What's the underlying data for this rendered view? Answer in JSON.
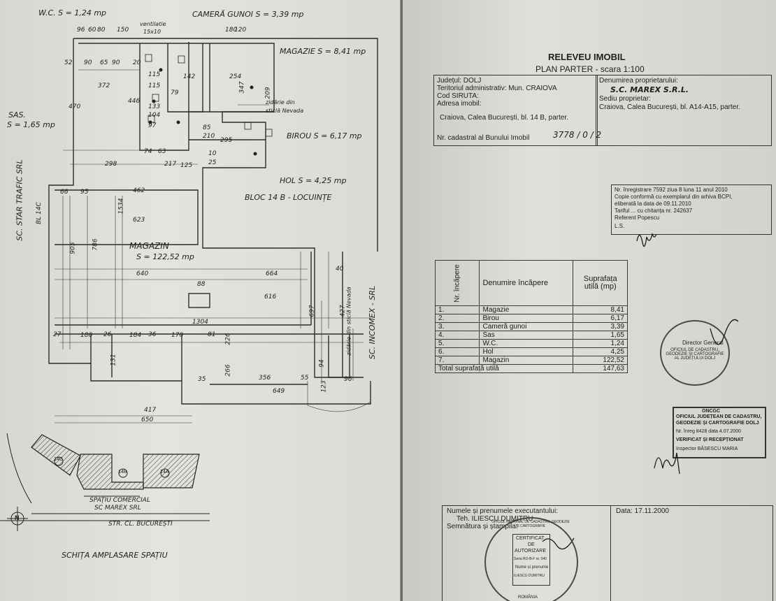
{
  "left": {
    "top_rooms": {
      "wc": "W.C.   S = 1,24 mp",
      "camera_gunoi": "CAMERĂ GUNOI  S = 3,39 mp",
      "magazie": "MAGAZIE  S = 8,41 mp",
      "sas_1": "SAS.",
      "sas_2": "S = 1,65 mp",
      "birou": "BIROU  S = 6,17 mp",
      "hol": "HOL  S = 4,25 mp",
      "bloc": "BLOC 14 B - LOCUINȚE",
      "magazin_1": "MAGAZIN",
      "magazin_2": "S = 122,52 mp",
      "ventilatie": "ventilatie",
      "ventilatie_dim": "15x10",
      "sticla_1": "zidărie din",
      "sticla_2": "sticlă Nevada"
    },
    "side_labels": {
      "star_trafic": "SC. STAR TRAFIC SRL",
      "bl14c": "BL 14C",
      "incomex": "SC. INCOMEX - SRL",
      "nevada": "zidărie din sticlă Nevada"
    },
    "dims": [
      "96",
      "60",
      "80",
      "150",
      "180",
      "120",
      "52",
      "90",
      "65",
      "90",
      "20",
      "372",
      "470",
      "446",
      "462",
      "623",
      "640",
      "664",
      "616",
      "1304",
      "786",
      "1534",
      "905",
      "298",
      "217",
      "295",
      "95",
      "66",
      "88",
      "180",
      "184",
      "170",
      "226",
      "356",
      "649",
      "55",
      "96",
      "123",
      "94",
      "427",
      "697",
      "40",
      "27",
      "26",
      "36",
      "81",
      "266",
      "131",
      "417",
      "650",
      "35",
      "125",
      "115",
      "115",
      "79",
      "74",
      "63",
      "97",
      "104",
      "133",
      "142",
      "254",
      "347",
      "209",
      "85",
      "210",
      "10",
      "25"
    ],
    "commercial": {
      "label_1": "SPAȚIU COMERCIAL",
      "label_2": "SC MAREX SRL",
      "street": "STR. CL. BUCUREȘTI",
      "north": "N",
      "blocks": [
        "14C",
        "14B",
        "14A"
      ]
    },
    "sketch_caption": "SCHIȚA AMPLASARE SPAȚIU"
  },
  "right": {
    "title": "RELEVEU IMOBIL",
    "subtitle": "PLAN PARTER - scara 1:100",
    "info": {
      "judet": "Județul: DOLJ",
      "teritoriu": "Teritoriul administrativ: Mun. CRAIOVA",
      "siruta": "Cod SIRUTA:",
      "adresa_label": "Adresa imobil:",
      "adresa": "Craiova, Calea București, bl. 14 B, parter.",
      "cadastral": "Nr. cadastral al Bunului Imobil",
      "cadastral_value": "3778 / 0 / 2"
    },
    "owner": {
      "label": "Denumirea proprietarului:",
      "name": "S.C. MAREX S.R.L.",
      "sediu_label": "Sediu proprietar:",
      "sediu": "Craiova, Calea București, bl. A14-A15, parter."
    },
    "registry": {
      "line1": "Nr. înregistrare 7592 ziua 8 luna 11 anul 2010",
      "line2": "Copie conformă cu exemplarul din arhiva BCPI,",
      "line3": "eliberată la data de 09.11.2010",
      "line4": "Tariful ... cu chitanța nr. 242637",
      "line5": "Referent  Popescu",
      "line6": "L.S."
    },
    "table": {
      "col_nr": "Nr. încăpere",
      "col_name": "Denumire încăpere",
      "col_area": "Suprafața utilă (mp)",
      "rows": [
        {
          "nr": "1.",
          "name": "Magazie",
          "area": "8,41"
        },
        {
          "nr": "2.",
          "name": "Birou",
          "area": "6,17"
        },
        {
          "nr": "3.",
          "name": "Cameră gunoi",
          "area": "3,39"
        },
        {
          "nr": "4.",
          "name": "Sas",
          "area": "1,65"
        },
        {
          "nr": "5.",
          "name": "W.C.",
          "area": "1,24"
        },
        {
          "nr": "6.",
          "name": "Hol",
          "area": "4,25"
        },
        {
          "nr": "7.",
          "name": "Magazin",
          "area": "122,52"
        }
      ],
      "total_label": "Total suprafață utilă",
      "total_value": "147,63"
    },
    "stamp_round": {
      "text": "OFICIUL DE CADASTRU, GEODEZIE ȘI CARTOGRAFIE AL JUDEȚULUI DOLJ",
      "center": "Director General"
    },
    "stamp_oncgc": {
      "l1": "ONCGC",
      "l2": "OFICIUL JUDEȚEAN DE CADASTRU,",
      "l3": "GEODEZIE ȘI CARTOGRAFIE DOLJ",
      "l4": "Nr. înreg 8428 data 4.07.2000",
      "l5": "VERIFICAT ȘI RECEPȚIONAT",
      "l6": "Inspector BĂSESCU MARIA"
    },
    "executant": {
      "label": "Numele și prenumele executantului:",
      "name": "Teh. ILIESCU DUMITRU",
      "sign": "Semnătura și ștampila:",
      "date": "Data: 17.11.2000"
    },
    "cert_stamp": {
      "l1": "CERTIFICAT",
      "l2": "DE",
      "l3": "AUTORIZARE",
      "l4": "Seria RO-B-F nr. 040",
      "l5": "Nume și prenume",
      "l6": "ILIESCU DUMITRU",
      "ring": "OFICIUL NAȚIONAL DE CADASTRU, GEODEZIE ȘI CARTOGRAFIE",
      "bottom": "ROMÂNIA"
    }
  }
}
